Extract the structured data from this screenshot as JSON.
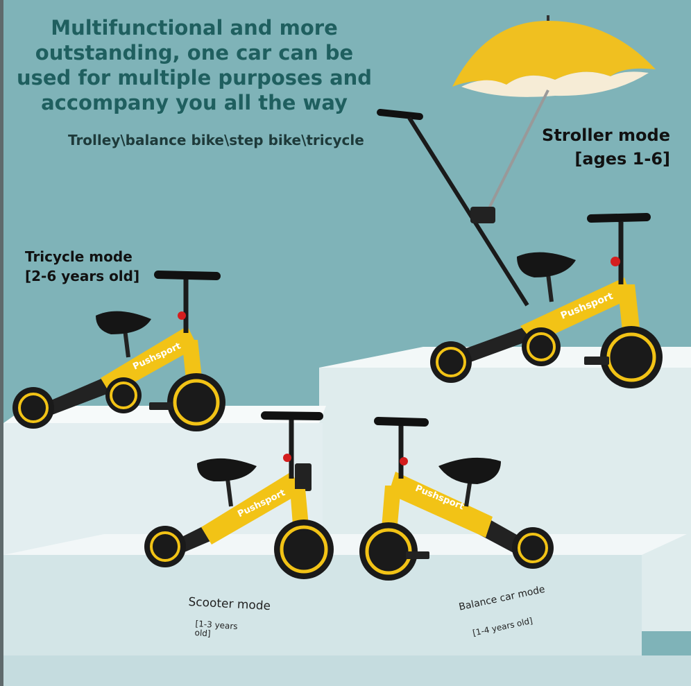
{
  "headline": {
    "line1": "Multifunctional and more",
    "line2": "outstanding, one car can be",
    "line3": "used for multiple purposes and",
    "line4": "accompany you all the way"
  },
  "subline": "Trolley\\balance bike\\step bike\\tricycle",
  "modes": {
    "stroller": {
      "title": "Stroller mode",
      "ages": "[ages 1-6]"
    },
    "tricycle": {
      "title": "Tricycle mode",
      "ages": "[2-6 years old]"
    },
    "scooter": {
      "title": "Scooter mode",
      "ages": "[1-3 years old]"
    },
    "balance": {
      "title": "Balance car mode",
      "ages": "[1-4 years old]"
    }
  },
  "brand_decal": "Pushsport",
  "colors": {
    "background": "#7fb3b8",
    "frame_yellow": "#f2c316",
    "umbrella_yellow": "#f0c020",
    "wheel_black": "#1c1c1c",
    "podium": "#e6f0f1",
    "headline_teal": "#1f5f5f"
  }
}
